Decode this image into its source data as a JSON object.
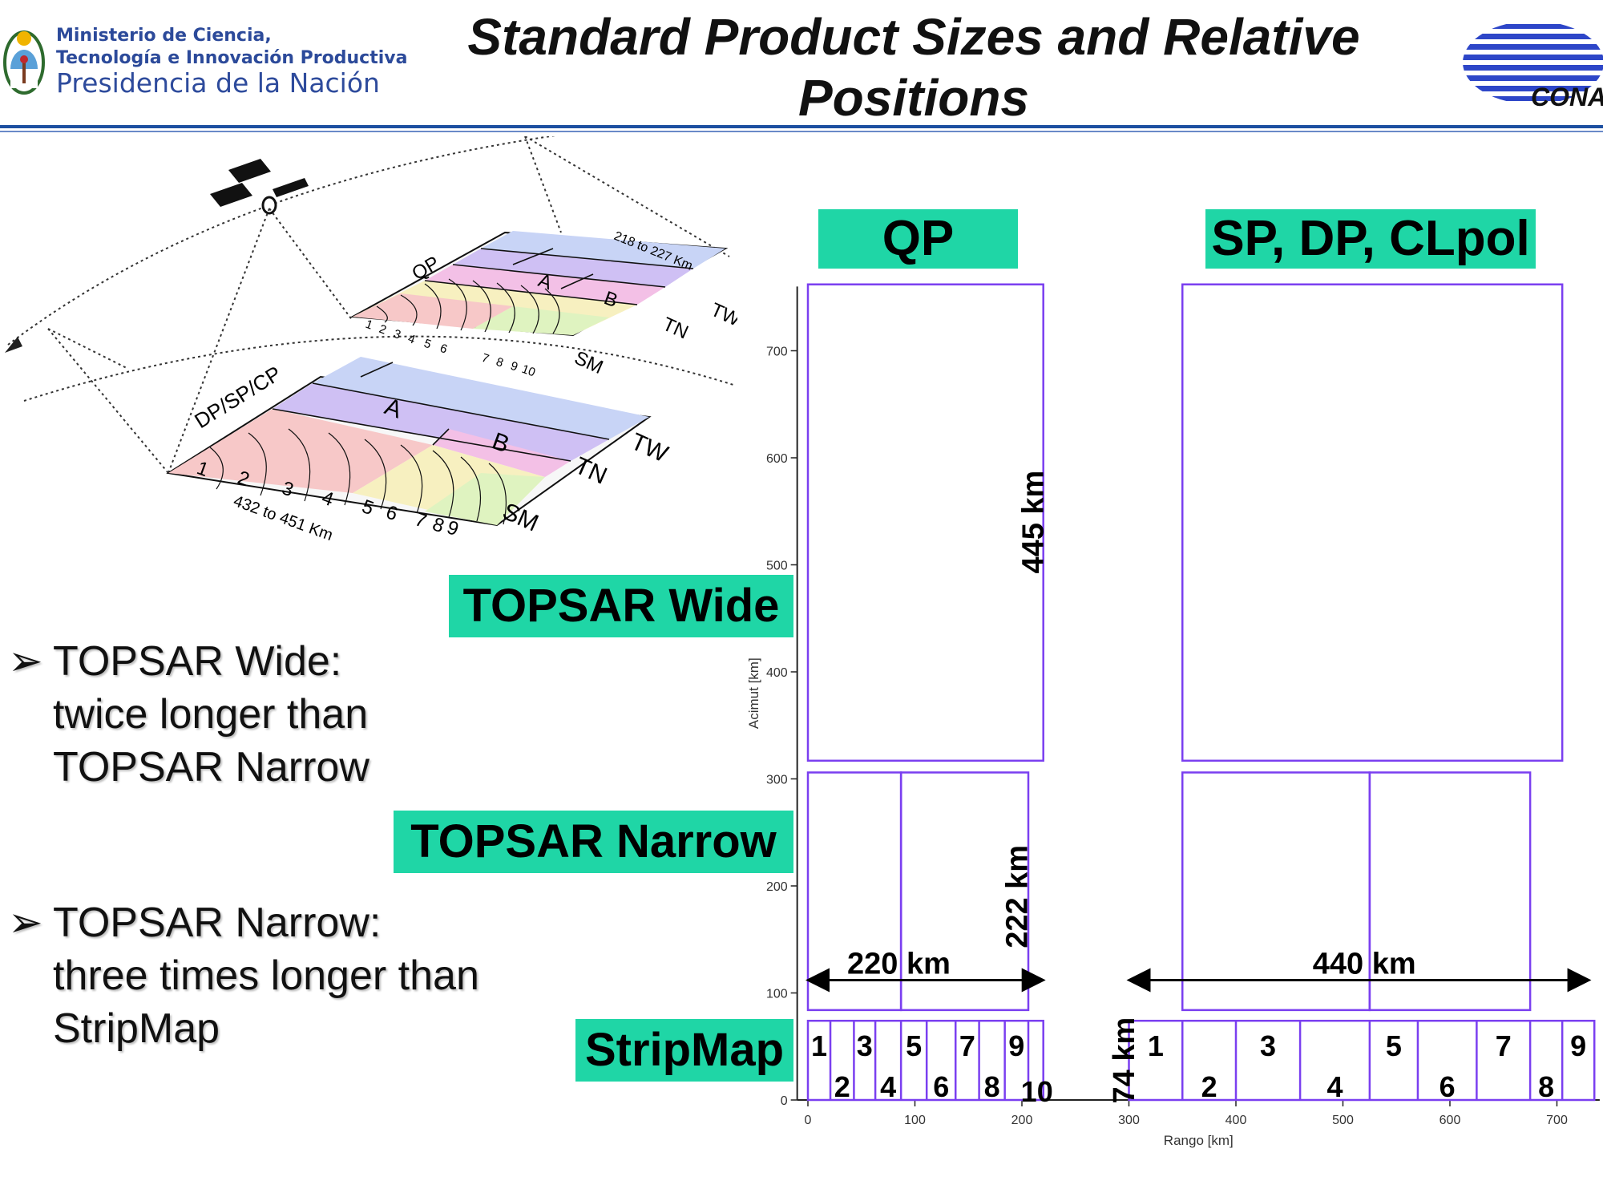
{
  "header": {
    "ministry_line1": "Ministerio de Ciencia,",
    "ministry_line2": "Tecnología e Innovación Productiva",
    "ministry_line3": "Presidencia de la Nación",
    "title_line1": "Standard Product Sizes and Relative",
    "title_line2": "Positions",
    "conae_logo_text": "CONAE",
    "accent_color": "#2c4a9a"
  },
  "badges": {
    "qp": "QP",
    "sp_dp_clpol": "SP, DP, CLpol",
    "topsar_wide": "TOPSAR Wide",
    "topsar_narrow": "TOPSAR Narrow",
    "stripmap": "StripMap",
    "color": "#1fd6a6"
  },
  "bullets": {
    "wide": [
      "TOPSAR Wide:",
      "twice longer than",
      "TOPSAR Narrow"
    ],
    "narrow": [
      "TOPSAR Narrow:",
      "three times longer than",
      "StripMap"
    ]
  },
  "illustration": {
    "label_qp": "QP",
    "label_dpspcp": "DP/SP/CP",
    "label_a": "A",
    "label_b": "B",
    "label_tw": "TW",
    "label_tn": "TN",
    "label_sm": "SM",
    "swath_small": "218 to 227 Km",
    "swath_large": "432 to 451 Km",
    "strip_numbers_small": [
      "1",
      "2",
      "3",
      "4",
      "5",
      "6",
      "7",
      "8",
      "9",
      "10"
    ],
    "strip_numbers_large": [
      "1",
      "2",
      "3",
      "4",
      "5",
      "6",
      "7",
      "8",
      "9"
    ]
  },
  "chart_data": {
    "type": "diagram",
    "xlabel": "Rango [km]",
    "ylabel": "Acimut [km]",
    "xticks": [
      0,
      100,
      200,
      300,
      400,
      500,
      600,
      700
    ],
    "yticks": [
      0,
      100,
      200,
      300,
      400,
      500,
      600,
      700
    ],
    "xlim": [
      -10,
      740
    ],
    "ylim": [
      0,
      760
    ],
    "annotations": {
      "qp_tw_height": "445 km",
      "qp_tn_height": "222 km",
      "qp_width": "220 km",
      "sp_width": "440 km",
      "sm_height": "74 km"
    },
    "qp": {
      "topsar_wide": {
        "x0": 0,
        "x1": 220,
        "y0": 317,
        "y1": 762
      },
      "topsar_narrow": [
        {
          "x0": 0,
          "x1": 87,
          "y0": 84,
          "y1": 306
        },
        {
          "x0": 87,
          "x1": 206,
          "y0": 84,
          "y1": 306
        }
      ],
      "stripmap_edges": [
        0,
        21,
        43,
        63,
        87,
        111,
        138,
        160,
        184,
        206,
        220
      ],
      "stripmap_y": [
        0,
        74
      ],
      "strip_labels": [
        "1",
        "2",
        "3",
        "4",
        "5",
        "6",
        "7",
        "8",
        "9",
        "10"
      ]
    },
    "sp": {
      "topsar_wide": {
        "x0": 350,
        "x1": 705,
        "y0": 317,
        "y1": 762
      },
      "topsar_narrow": [
        {
          "x0": 350,
          "x1": 525,
          "y0": 84,
          "y1": 306
        },
        {
          "x0": 525,
          "x1": 675,
          "y0": 84,
          "y1": 306
        }
      ],
      "stripmap_edges": [
        300,
        350,
        400,
        460,
        525,
        570,
        625,
        675,
        705,
        735
      ],
      "stripmap_y": [
        0,
        74
      ],
      "strip_labels": [
        "1",
        "2",
        "3",
        "4",
        "5",
        "6",
        "7",
        "8",
        "9"
      ]
    }
  }
}
